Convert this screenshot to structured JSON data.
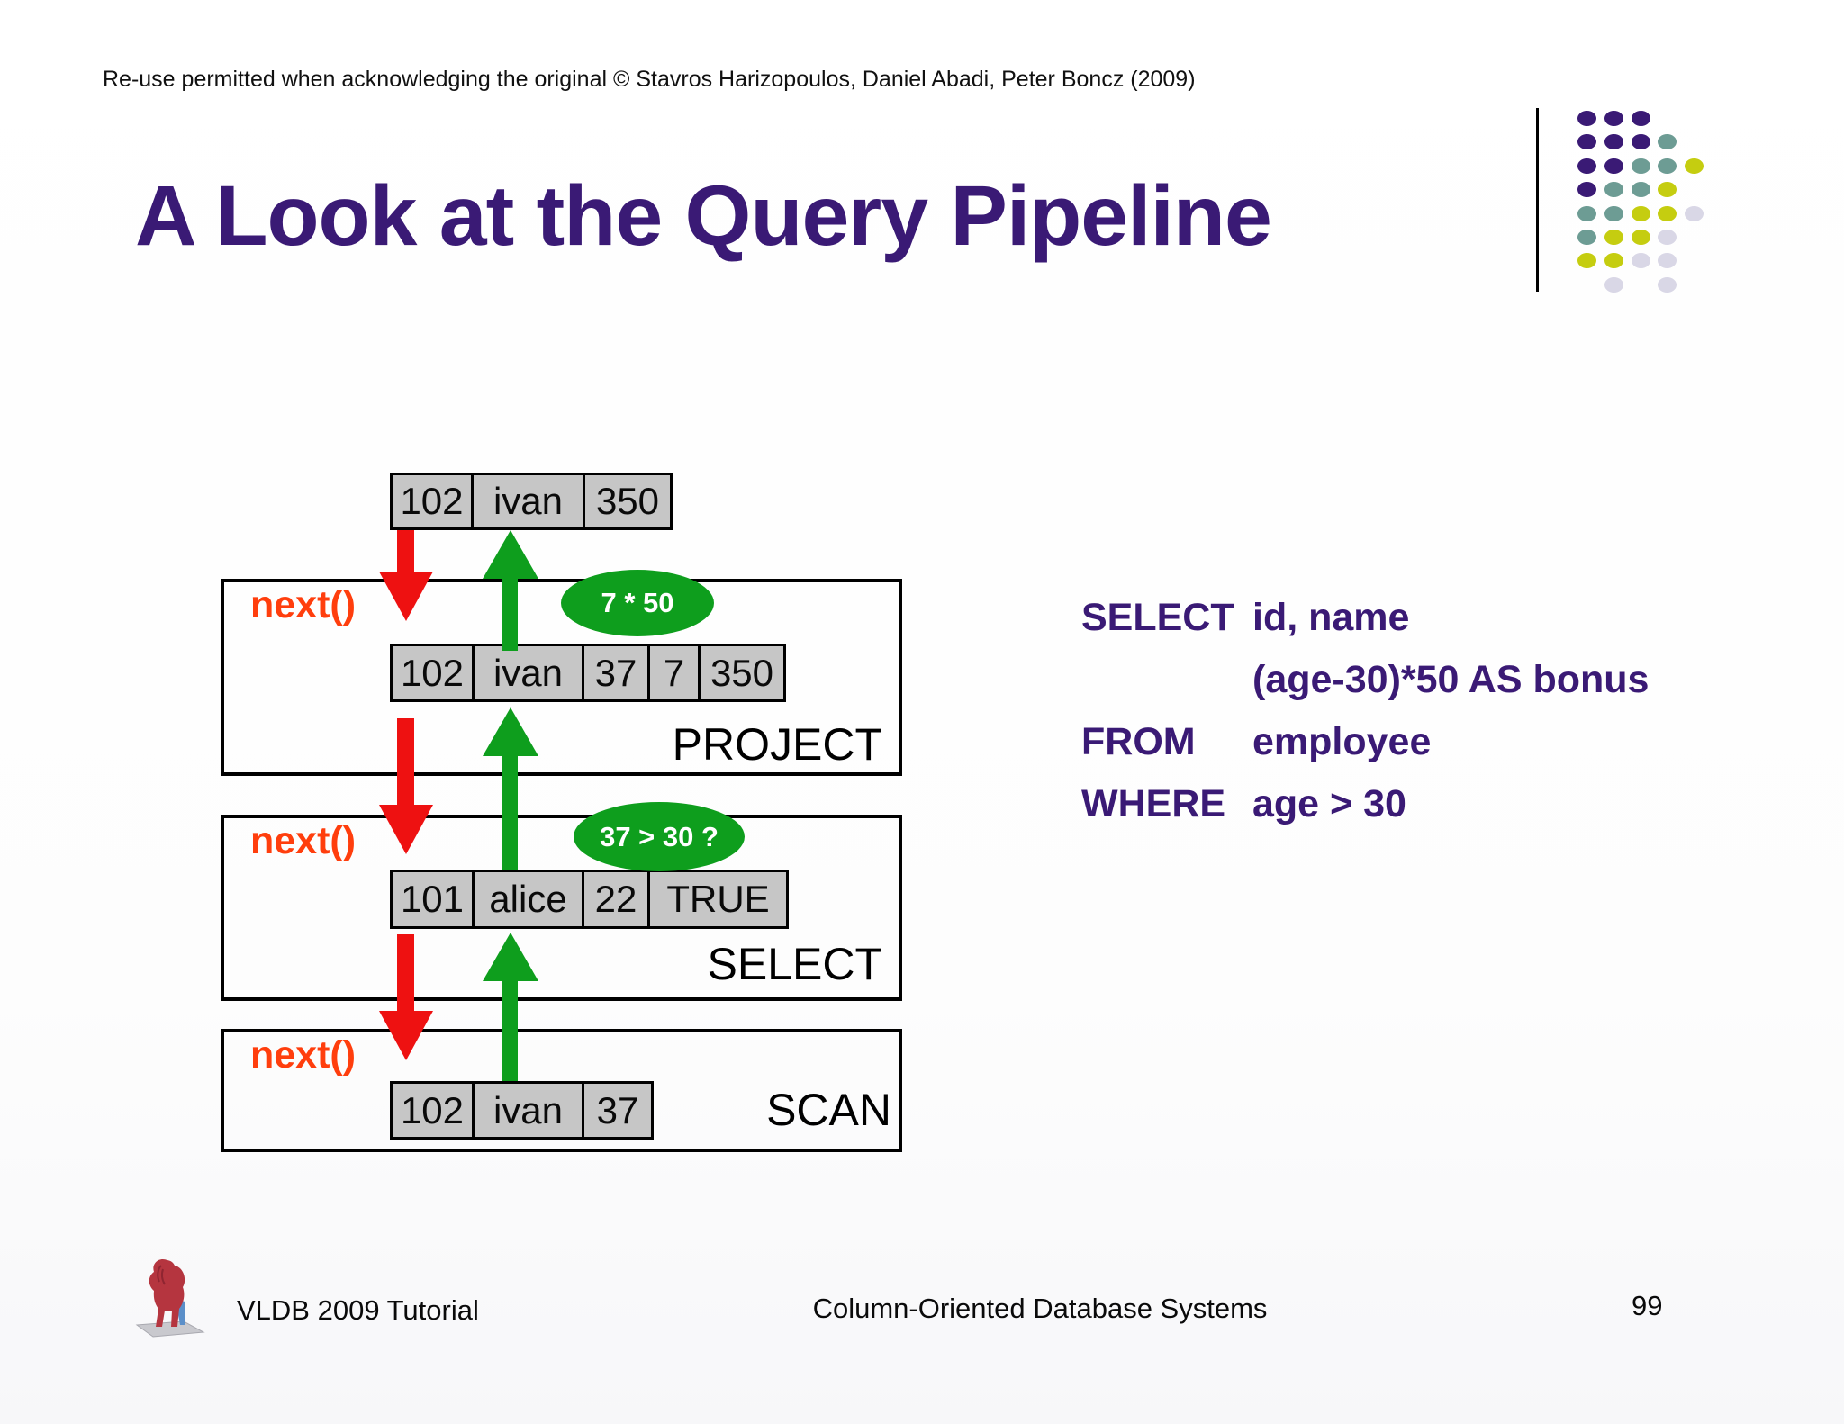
{
  "colors": {
    "purple": "#3a1a75",
    "orange": "#ff3e0d",
    "red": "#ee1111",
    "green": "#0e9e1d",
    "cellgray": "#c6c6c6"
  },
  "header": {
    "copyright": "Re-use permitted when acknowledging the original © Stavros Harizopoulos, Daniel Abadi, Peter Boncz (2009)",
    "title": "A Look at the Query Pipeline"
  },
  "decoration": {
    "dot_rows": [
      "PPP..",
      "PPPT.",
      "PPTTY",
      "PTTY.",
      "TTYYG",
      "TYYG.",
      "YYGG.",
      ".G.G."
    ],
    "dot_colors": {
      "P": "#3a1a75",
      "T": "#6d9c94",
      "Y": "#c5cd10",
      "G": "#d9d7e6"
    }
  },
  "diagram": {
    "next_label": "next()",
    "top_tuple": [
      "102",
      "ivan",
      "350"
    ],
    "operators": [
      {
        "name": "PROJECT",
        "annotation": "7 * 50",
        "tuple": [
          "102",
          "ivan",
          "37",
          "7",
          "350"
        ]
      },
      {
        "name": "SELECT",
        "annotation": "37 > 30 ?",
        "tuple": [
          "101",
          "alice",
          "22",
          "TRUE"
        ]
      },
      {
        "name": "SCAN",
        "tuple": [
          "102",
          "ivan",
          "37"
        ]
      }
    ]
  },
  "query": {
    "lines": [
      {
        "keyword": "SELECT",
        "text": "id, name"
      },
      {
        "keyword": "",
        "text": "(age-30)*50 AS bonus"
      },
      {
        "keyword": "FROM",
        "text": "employee"
      },
      {
        "keyword": "WHERE",
        "text": "age > 30"
      }
    ]
  },
  "footer": {
    "left": "VLDB 2009 Tutorial",
    "center": "Column-Oriented Database Systems",
    "page": "99"
  }
}
